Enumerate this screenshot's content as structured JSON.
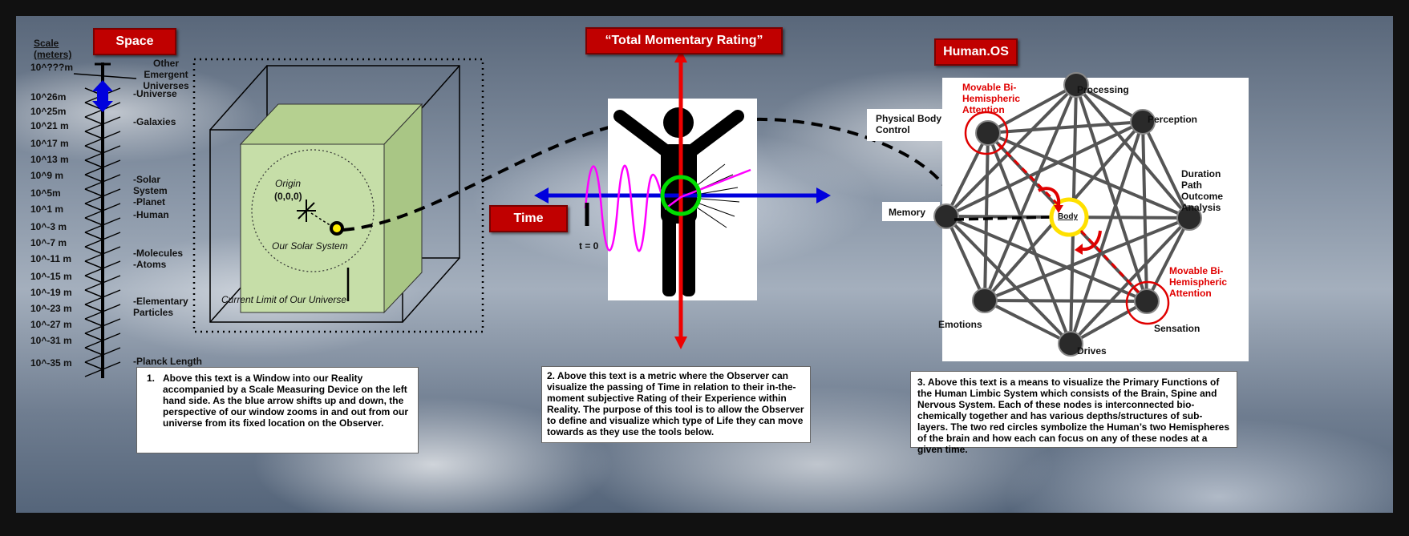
{
  "space": {
    "header": "Space",
    "scale_label": "Scale (meters)",
    "scale_values": [
      "10^???m",
      "10^26m",
      "10^25m",
      "10^21 m",
      "10^17 m",
      "10^13 m",
      "10^9 m",
      "10^5m",
      "10^1 m",
      "10^-3 m",
      "10^-7 m",
      "10^-11 m",
      "10^-15 m",
      "10^-19 m",
      "10^-23 m",
      "10^-27 m",
      "10^-31 m",
      "10^-35 m"
    ],
    "level_labels": {
      "other": "Other Emergent Universes",
      "universe": "-Universe",
      "galaxies": "-Galaxies",
      "solar": "-Solar System",
      "planet": "-Planet",
      "human": "-Human",
      "molecules": "-Molecules",
      "atoms": "-Atoms",
      "elementary": "-Elementary Particles",
      "planck": "-Planck Length"
    },
    "origin_label": "Origin",
    "origin_coords": "(0,0,0)",
    "solar_system_label": "Our Solar System",
    "limit_label": "Current Limit of Our Universe",
    "note_number": "1.",
    "note": "Above this text is a Window into our Reality accompanied by a Scale Measuring Device on the left hand side. As the blue arrow shifts up and down, the perspective of our window zooms in and out from our universe from its fixed location on the Observer."
  },
  "rating": {
    "header": "“Total Momentary Rating”",
    "time_label": "Time",
    "t0_label": "t = 0",
    "note": "2.  Above this text is a metric where the Observer can visualize the passing of Time in relation to their in-the-moment subjective Rating of their Experience within Reality. The purpose of this tool is to allow the Observer to define and visualize which type of Life they can move towards as they use the tools below."
  },
  "human_os": {
    "header": "Human.OS",
    "nodes": {
      "processing": "Processing",
      "perception": "Perception",
      "duration": "Duration Path Outcome Analysis",
      "sensation": "Sensation",
      "drives": "Drives",
      "emotions": "Emotions",
      "memory": "Memory",
      "physical": "Physical Body Control",
      "body": "Body"
    },
    "attention_top": "Movable Bi-Hemispheric Attention",
    "attention_bottom": "Movable Bi-Hemispheric Attention",
    "note": "3. Above this text is a means to visualize the Primary Functions of the Human Limbic System which consists of the Brain, Spine and Nervous System. Each of these nodes is interconnected bio-chemically together and has various depths/structures of sub-layers. The two red circles symbolize the Human’s two Hemispheres of the brain and how each can focus on any of these nodes at a given time."
  },
  "colors": {
    "accent_red": "#c00000",
    "arrow_blue": "#0000dd",
    "axis_red": "#ee0000",
    "cube_green": "#c6dea8",
    "wave_magenta": "#ff00ff",
    "ring_green": "#00dd00",
    "ring_yellow": "#ffe000"
  }
}
